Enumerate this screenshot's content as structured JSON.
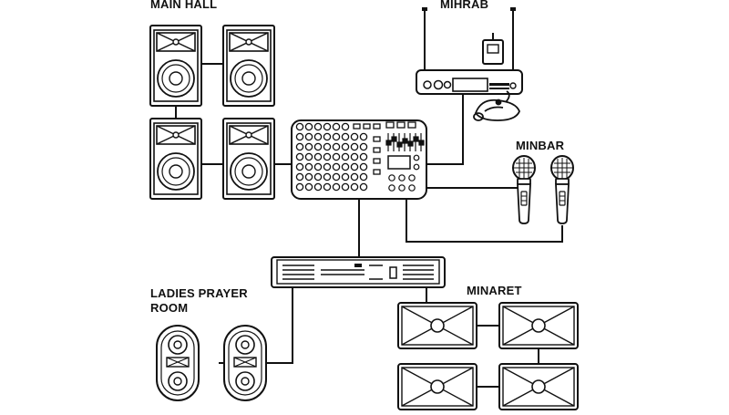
{
  "labels": {
    "main_hall": "MAIN HALL",
    "mihrab": "MIHRAB",
    "minbar": "MINBAR",
    "ladies_line1": "LADIES PRAYER",
    "ladies_line2": "ROOM",
    "minaret": "MINARET"
  },
  "colors": {
    "stroke": "#111111",
    "background": "#ffffff"
  },
  "icons": [
    "speaker-cabinet-icon",
    "mixer-console-icon",
    "wireless-receiver-icon",
    "headset-mic-icon",
    "handheld-mic-icon",
    "power-amplifier-icon",
    "ceiling-speaker-icon",
    "horn-speaker-icon"
  ]
}
